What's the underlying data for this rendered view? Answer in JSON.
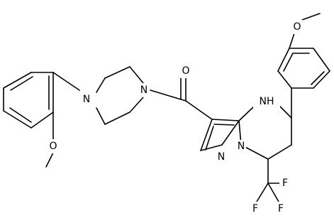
{
  "structure": {
    "atom_labels": {
      "o_methoxy_left": "O",
      "n_piperazine_left": "N",
      "n_piperazine_right": "N",
      "o_carbonyl": "O",
      "nh_ring": "NH",
      "h_ring": "H",
      "n_pyrazole_bridge": "N",
      "n_pyrazole": "N",
      "o_methoxy_right": "O",
      "f_top": "F",
      "f_left": "F",
      "f_right": "F"
    }
  }
}
